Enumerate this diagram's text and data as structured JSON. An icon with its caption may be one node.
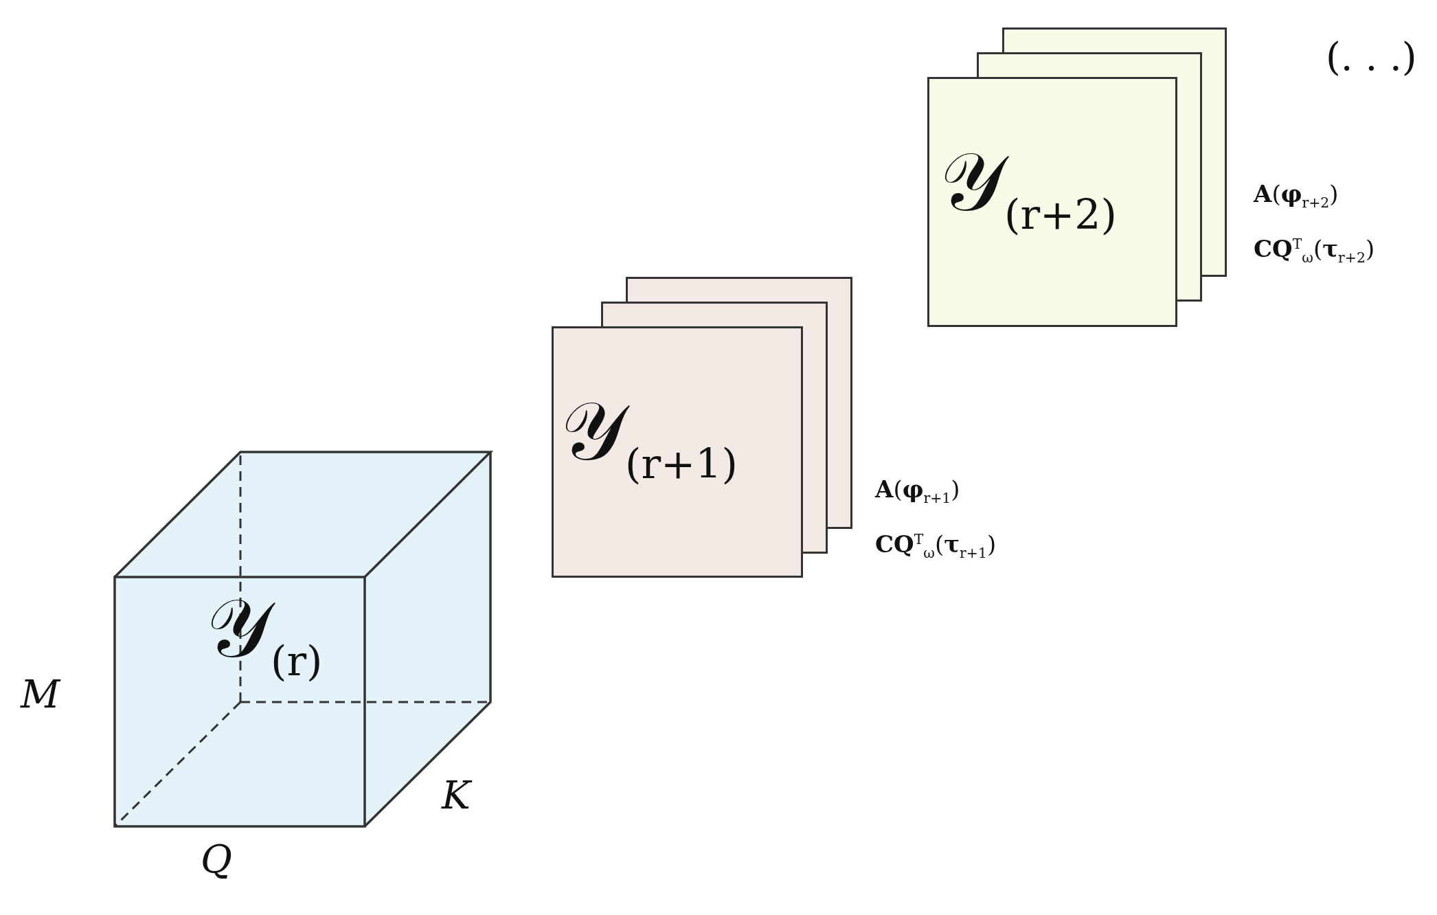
{
  "diagram": {
    "nodes": [
      {
        "text": [
          "𝒴$_{(r)}$"
        ]
      },
      {
        "text": [
          "𝒴$_{(r+1)}$"
        ],
        "beside": [
          "**A**(**φ**$_{r+1}$)",
          "**CQ**$^{T}$$_{ω}$(**τ**$_{r+1}$)"
        ]
      },
      {
        "text": [
          "𝒴$_{(r+2)}$"
        ],
        "beside": [
          "**A**(**φ**$_{r+2}$)",
          "**CQ**$^{T}$$_{ω}$(**τ**$_{r+2}$)"
        ]
      }
    ],
    "labels": [
      "(. . .)",
      "M",
      "Q",
      "K"
    ]
  }
}
